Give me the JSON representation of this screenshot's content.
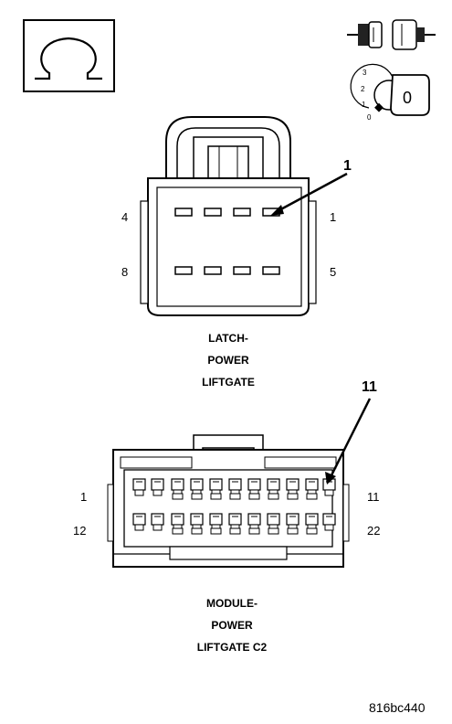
{
  "icons": {
    "meter": "ohm-symbol-icon",
    "connector_state": "disconnected-connector-icon",
    "ignition": "ignition-key-off-icon"
  },
  "ignition": {
    "positions": [
      "3",
      "2",
      "1",
      "0"
    ],
    "key_label": "0"
  },
  "latch_connector": {
    "callout": "1",
    "pins": {
      "top_left": "4",
      "top_right": "1",
      "bottom_left": "8",
      "bottom_right": "5"
    },
    "caption": [
      "LATCH-",
      "POWER",
      "LIFTGATE"
    ]
  },
  "module_connector": {
    "callout": "11",
    "pins": {
      "top_left": "1",
      "top_right": "11",
      "bottom_left": "12",
      "bottom_right": "22"
    },
    "caption": [
      "MODULE-",
      "POWER",
      "LIFTGATE C2"
    ]
  },
  "figure_code": "816bc440"
}
